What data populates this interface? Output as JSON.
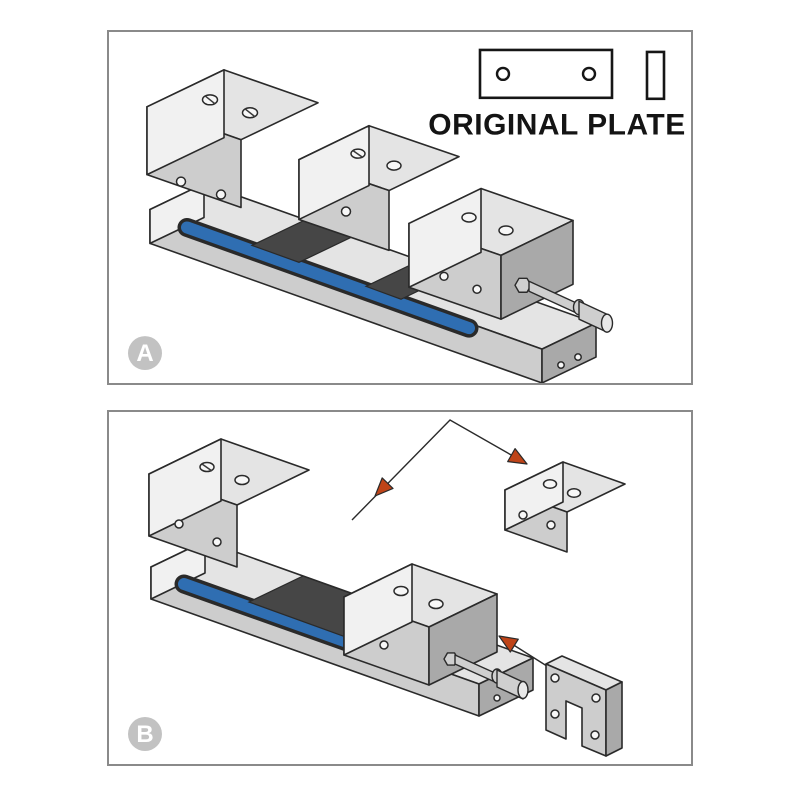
{
  "panels": {
    "a": {
      "label": "A",
      "legend_title": "ORIGINAL PLATE",
      "figure": "assembled-modular-vise"
    },
    "b": {
      "label": "B",
      "figure": "exploded-vise-removed-jaw-plate-and-end-bracket"
    }
  },
  "colors": {
    "accent_blue": "#2f6eb2",
    "arrow_red": "#bf4418",
    "outline": "#2a2a2a",
    "panel_border": "#8a8a8a",
    "badge_gray": "#c2c2c2"
  }
}
